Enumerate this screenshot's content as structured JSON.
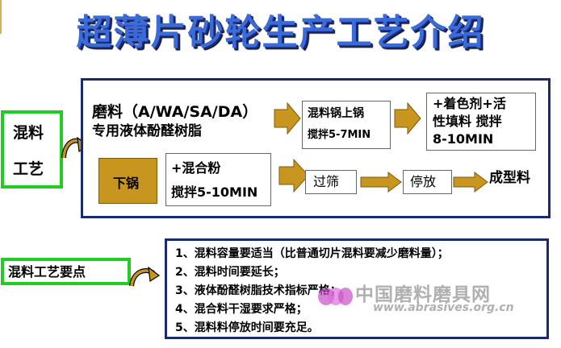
{
  "title": "超薄片砂轮生产工艺介绍",
  "section1": {
    "label_line1": "混料",
    "label_line2": "工艺",
    "materials_line1": "磨料（A/WA/SA/DA）",
    "materials_line2": "专用液体酚醛树脂",
    "step_mix_line1": "混料锅上锅",
    "step_mix_line2": "搅拌5-7MIN",
    "step_add_line1": "+着色剂+活",
    "step_add_line2": "性填料  搅拌",
    "step_add_line3": "8-10MIN",
    "step_unload": "下锅",
    "step_mixpowder_line1": "+混合粉",
    "step_mixpowder_line2": "搅拌5-10MIN",
    "step_sieve": "过筛",
    "step_rest": "停放",
    "step_result": "成型料"
  },
  "section2": {
    "label": "混料工艺要点",
    "points": [
      "1、混料容量要适当（比普通切片混料要减少磨料量）；",
      "2、混料时间要延长；",
      "3、液体酚醛树脂技术指标严格；",
      "4、混合料干湿要求严格；",
      "5、混料料停放时间要充足。"
    ]
  },
  "watermark": {
    "site_name": "中国磨料磨具网",
    "url": "www.abrasives.org.cn"
  },
  "colors": {
    "title": "#3a6bd6",
    "green_border": "#22cc22",
    "navy_border": "#1a2a6e",
    "gold": "#c8961f"
  }
}
